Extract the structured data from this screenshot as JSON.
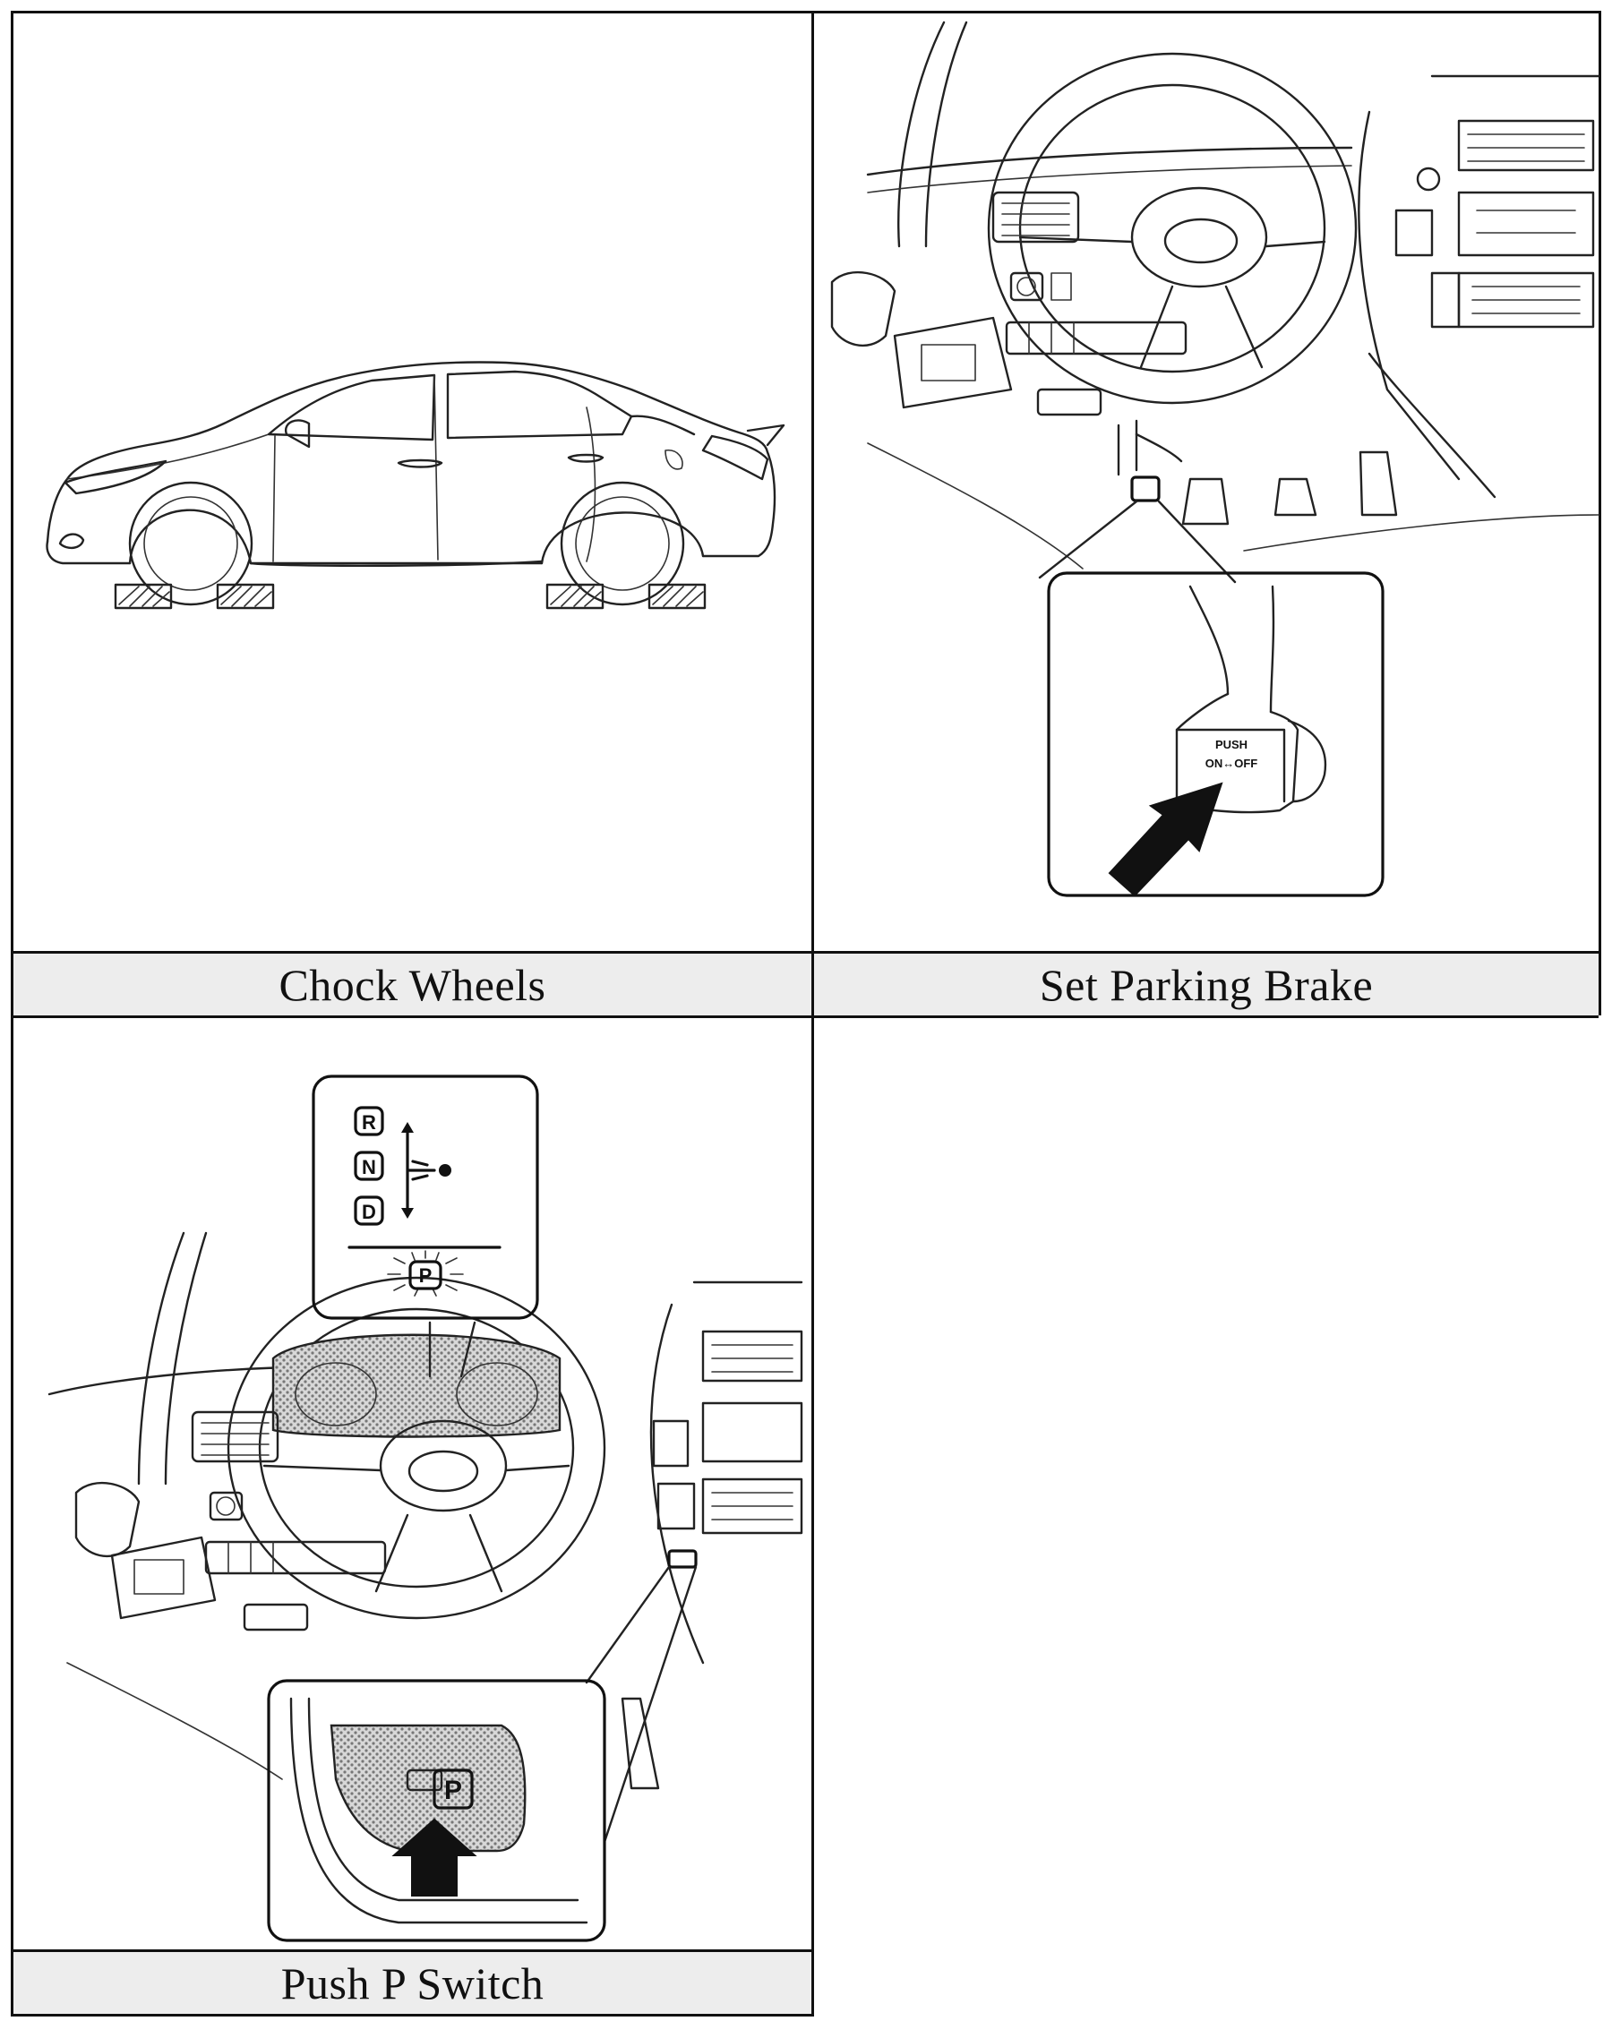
{
  "panels": [
    {
      "caption": "Chock Wheels"
    },
    {
      "caption": "Set Parking Brake",
      "switch_label_line1": "PUSH",
      "switch_label_line2": "ON↔OFF"
    },
    {
      "caption": "Push P Switch",
      "shift_positions": [
        "R",
        "N",
        "D"
      ],
      "park_indicator": "P",
      "switch_label": "P"
    }
  ],
  "colors": {
    "line": "#222222",
    "caption_bg": "#ededed",
    "pattern": "#9a9a9a"
  }
}
